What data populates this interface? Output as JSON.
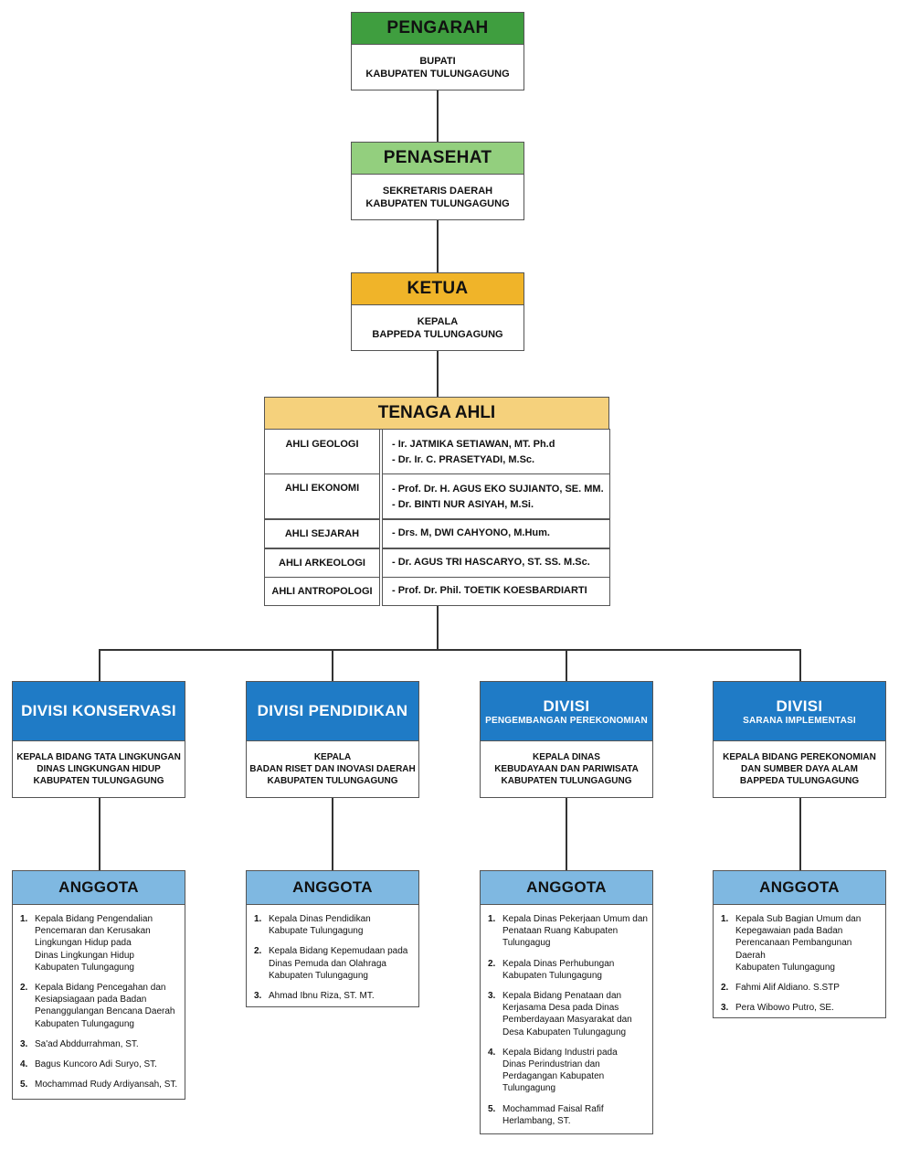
{
  "pengarah": {
    "title": "PENGARAH",
    "lines": [
      "BUPATI",
      "KABUPATEN TULUNGAGUNG"
    ],
    "color": "#3f9e3f"
  },
  "penasehat": {
    "title": "PENASEHAT",
    "lines": [
      "SEKRETARIS DAERAH",
      "KABUPATEN TULUNGAGUNG"
    ],
    "color": "#93cf7e"
  },
  "ketua": {
    "title": "KETUA",
    "lines": [
      "KEPALA",
      "BAPPEDA TULUNGAGUNG"
    ],
    "color": "#f0b429"
  },
  "tenaga_ahli": {
    "title": "TENAGA AHLI",
    "color": "#f5d17c",
    "rows": [
      {
        "field": "AHLI GEOLOGI",
        "names": [
          "- Ir. JATMIKA SETIAWAN, MT. Ph.d",
          "- Dr. Ir. C. PRASETYADI, M.Sc."
        ]
      },
      {
        "field": "AHLI EKONOMI",
        "names": [
          "- Prof. Dr. H. AGUS EKO SUJIANTO, SE. MM.",
          "- Dr. BINTI NUR ASIYAH, M.Si."
        ]
      },
      {
        "field": "AHLI SEJARAH",
        "names": [
          "- Drs. M, DWI CAHYONO, M.Hum."
        ]
      },
      {
        "field": "AHLI ARKEOLOGI",
        "names": [
          "- Dr. AGUS TRI HASCARYO, ST. SS. M.Sc."
        ]
      },
      {
        "field": "AHLI ANTROPOLOGI",
        "names": [
          "- Prof. Dr. Phil. TOETIK KOESBARDIARTI"
        ]
      }
    ]
  },
  "divisi": [
    {
      "title": "DIVISI KONSERVASI",
      "subtitle": "",
      "head": [
        "KEPALA BIDANG TATA LINGKUNGAN",
        "DINAS LINGKUNGAN HIDUP",
        "KABUPATEN TULUNGAGUNG"
      ],
      "anggota_title": "ANGGOTA",
      "members": [
        {
          "n": "1.",
          "lines": [
            "Kepala Bidang Pengendalian",
            "Pencemaran dan Kerusakan",
            "Lingkungan Hidup pada",
            "Dinas Lingkungan Hidup",
            "Kabupaten Tulungagung"
          ]
        },
        {
          "n": "2.",
          "lines": [
            "Kepala Bidang Pencegahan dan",
            "Kesiapsiagaan pada Badan",
            "Penanggulangan Bencana Daerah",
            "Kabupaten Tulungagung"
          ]
        },
        {
          "n": "3.",
          "lines": [
            "Sa'ad Abddurrahman, ST."
          ]
        },
        {
          "n": "4.",
          "lines": [
            "Bagus Kuncoro Adi Suryo, ST."
          ]
        },
        {
          "n": "5.",
          "lines": [
            "Mochammad Rudy Ardiyansah, ST."
          ]
        }
      ]
    },
    {
      "title": "DIVISI PENDIDIKAN",
      "subtitle": "",
      "head": [
        "KEPALA",
        "BADAN RISET DAN INOVASI DAERAH",
        "KABUPATEN TULUNGAGUNG"
      ],
      "anggota_title": "ANGGOTA",
      "members": [
        {
          "n": "1.",
          "lines": [
            "Kepala Dinas Pendidikan",
            "Kabupate Tulungagung"
          ]
        },
        {
          "n": "2.",
          "lines": [
            "Kepala Bidang Kepemudaan pada",
            "Dinas Pemuda dan Olahraga",
            "Kabupaten Tulungagung"
          ]
        },
        {
          "n": "3.",
          "lines": [
            "Ahmad Ibnu Riza, ST. MT."
          ]
        }
      ]
    },
    {
      "title": "DIVISI",
      "subtitle": "PENGEMBANGAN PEREKONOMIAN",
      "head": [
        "KEPALA DINAS",
        "KEBUDAYAAN DAN PARIWISATA",
        "KABUPATEN TULUNGAGUNG"
      ],
      "anggota_title": "ANGGOTA",
      "members": [
        {
          "n": "1.",
          "lines": [
            "Kepala Dinas Pekerjaan Umum dan",
            "Penataan Ruang Kabupaten",
            "Tulungagug"
          ]
        },
        {
          "n": "2.",
          "lines": [
            "Kepala Dinas Perhubungan",
            "Kabupaten Tulungagung"
          ]
        },
        {
          "n": "3.",
          "lines": [
            "Kepala Bidang Penataan dan",
            "Kerjasama Desa pada Dinas",
            "Pemberdayaan Masyarakat dan",
            "Desa Kabupaten Tulungagung"
          ]
        },
        {
          "n": "4.",
          "lines": [
            "Kepala Bidang Industri pada",
            "Dinas Perindustrian dan",
            "Perdagangan Kabupaten",
            "Tulungagung"
          ]
        },
        {
          "n": "5.",
          "lines": [
            "Mochammad Faisal Rafif",
            "Herlambang, ST."
          ]
        }
      ]
    },
    {
      "title": "DIVISI",
      "subtitle": "SARANA IMPLEMENTASI",
      "head": [
        "KEPALA BIDANG PEREKONOMIAN",
        "DAN SUMBER DAYA ALAM",
        "BAPPEDA TULUNGAGUNG"
      ],
      "anggota_title": "ANGGOTA",
      "members": [
        {
          "n": "1.",
          "lines": [
            "Kepala Sub Bagian Umum dan",
            "Kepegawaian pada Badan",
            "Perencanaan Pembangunan Daerah",
            "Kabupaten Tulungagung"
          ]
        },
        {
          "n": "2.",
          "lines": [
            "Fahmi Alif Aldiano. S.STP"
          ]
        },
        {
          "n": "3.",
          "lines": [
            "Pera Wibowo Putro, SE."
          ]
        }
      ]
    }
  ],
  "colors": {
    "divisi_header": "#1f7bc6",
    "anggota_header": "#7fb8e1"
  }
}
